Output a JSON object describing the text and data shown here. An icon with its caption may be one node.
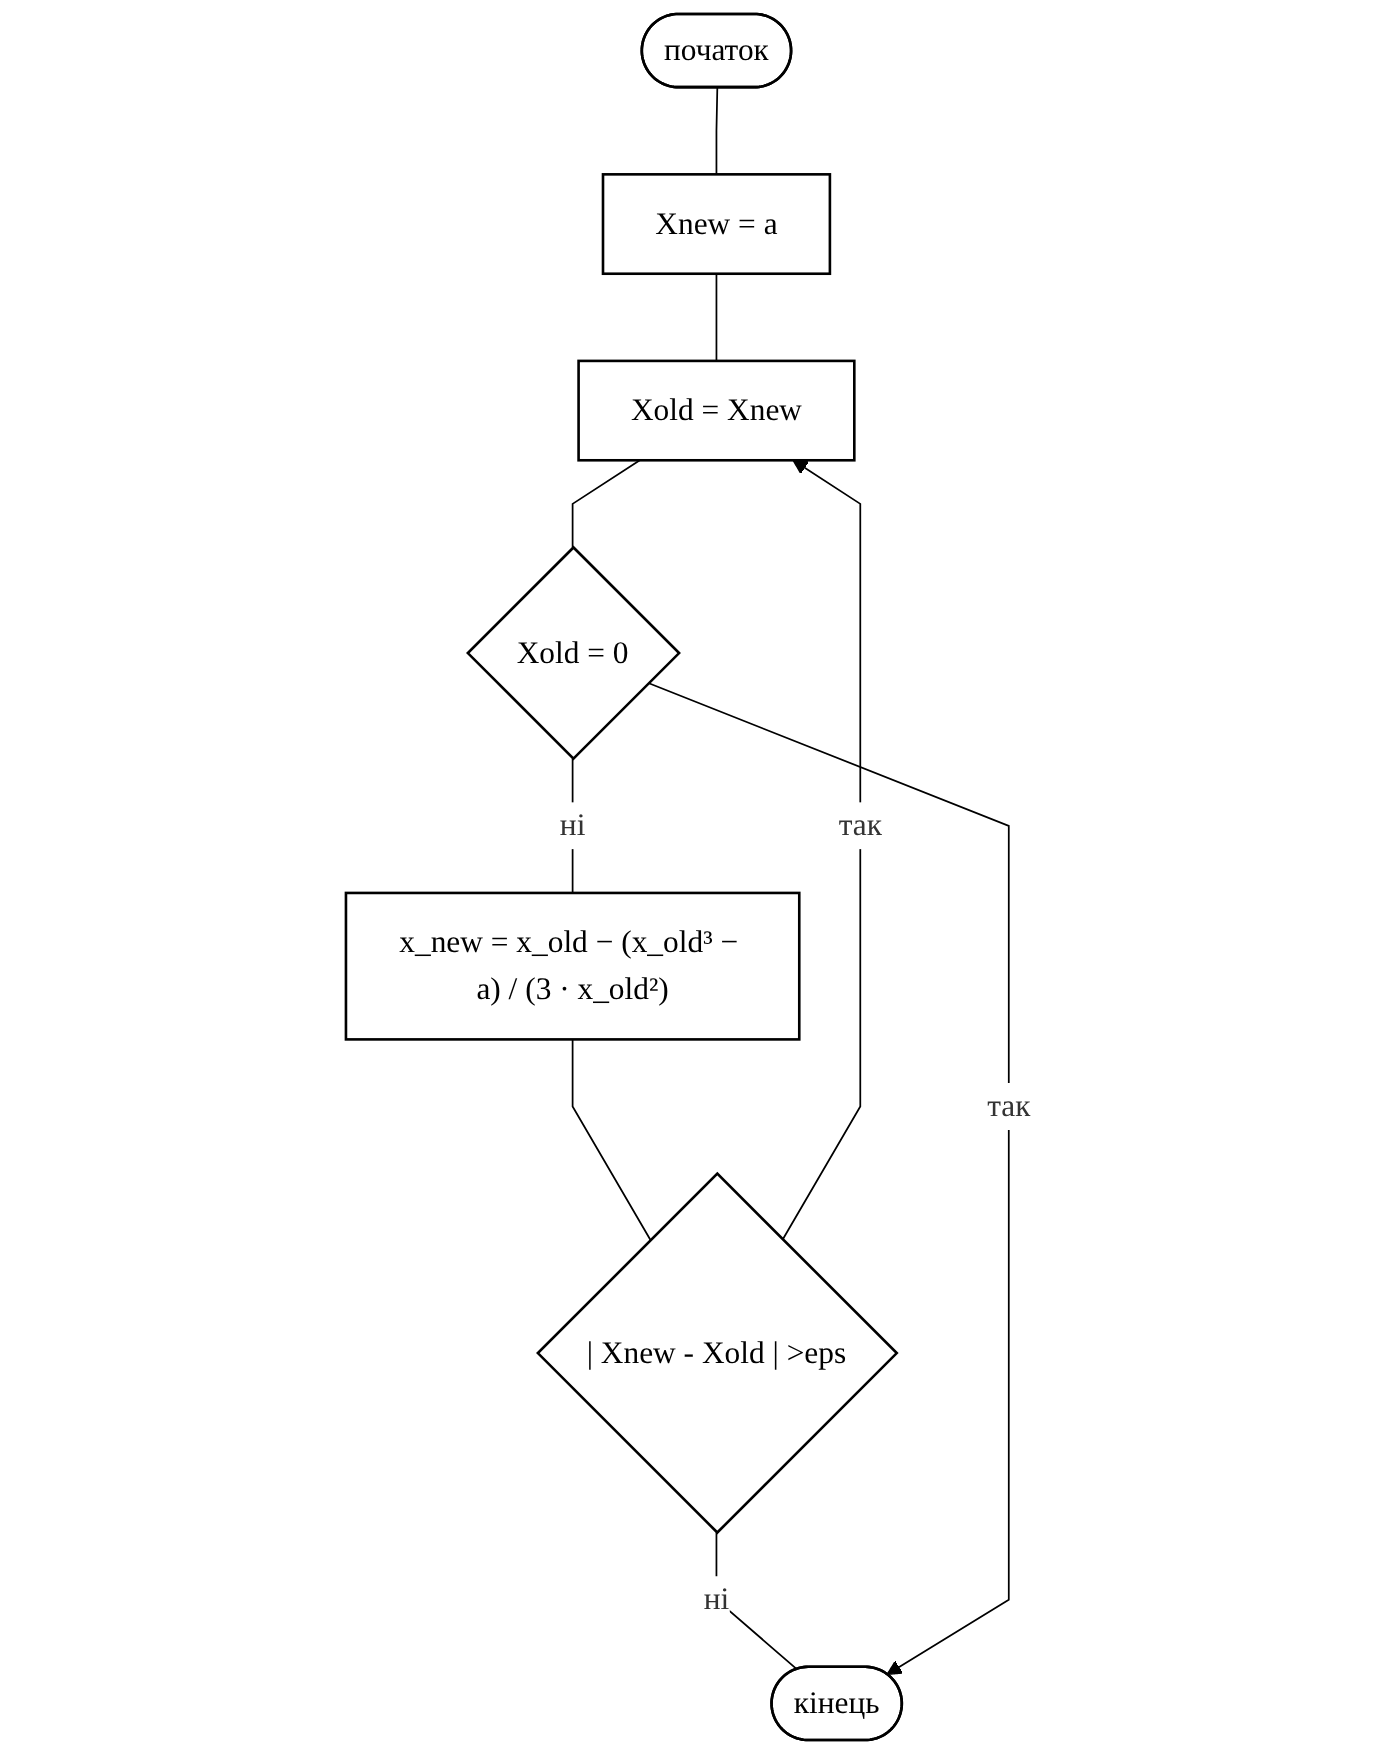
{
  "diagram": {
    "nodes": [
      {
        "text": [
          "початок"
        ]
      },
      {
        "text": [
          "Xnew = a"
        ]
      },
      {
        "text": [
          "Xold = Xnew"
        ]
      },
      {
        "text": [
          "Xold = 0"
        ]
      },
      {
        "text": [
          "x_new = x_old − (x_old³ − a) / (3 · x_old²)"
        ]
      },
      {
        "text": [
          "| Xnew - Xold | >eps"
        ]
      },
      {
        "text": [
          "кінець"
        ]
      }
    ],
    "edges": [
      {
        "from": 0,
        "to": 1,
        "arrow": "none"
      },
      {
        "from": 1,
        "to": 2,
        "arrow": "none"
      },
      {
        "from": 2,
        "to": 3,
        "arrow": "none"
      },
      {
        "from": 3,
        "to": 4,
        "arrow": "none",
        "label": "ні"
      },
      {
        "from": 4,
        "to": 5,
        "arrow": "none"
      },
      {
        "from": 5,
        "to": 2,
        "arrow": "to",
        "label": "так"
      },
      {
        "from": 5,
        "to": 6,
        "arrow": "none",
        "label": "ні"
      },
      {
        "from": 3,
        "to": 6,
        "arrow": "to",
        "label": "так"
      }
    ]
  }
}
